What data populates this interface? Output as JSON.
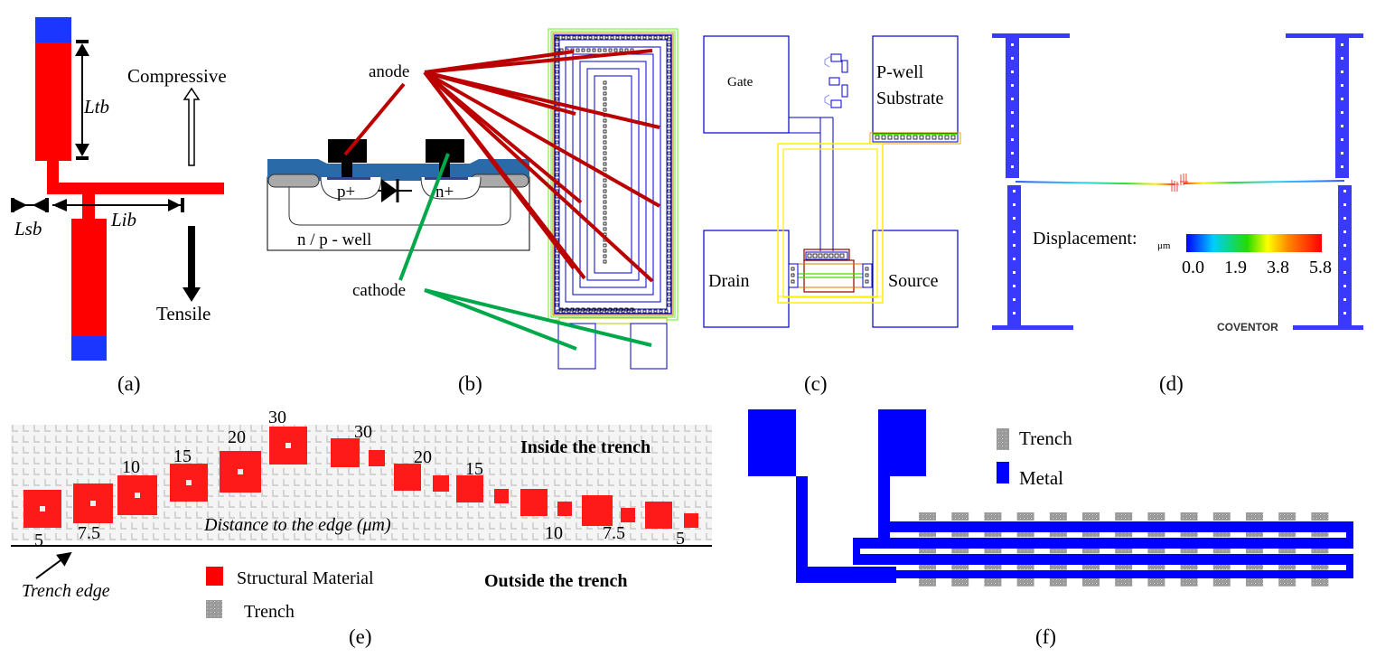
{
  "colors": {
    "structural_red": "#ff0000",
    "anchor_blue": "#1a36ff",
    "metal_blue": "#0000ff",
    "layout_blue": "#0000cc",
    "anode_wire": "#bb0000",
    "cathode_wire": "#00a84a",
    "oxide_blue": "#2a6aa8",
    "trench_gray": "#9a9a9a",
    "yellow_ring": "#ffee00",
    "green_ring": "#66ee22"
  },
  "panel_a": {
    "caption": "(a)",
    "label_ltb": "Ltb",
    "label_lib": "Lib",
    "label_lsb": "Lsb",
    "label_compressive": "Compressive",
    "label_tensile": "Tensile"
  },
  "panel_b": {
    "caption": "(b)",
    "label_anode": "anode",
    "label_cathode": "cathode",
    "label_p_plus": "p+",
    "label_n_plus": "n+",
    "label_well": "n / p - well"
  },
  "panel_c": {
    "caption": "(c)",
    "pad_gate": "Gate",
    "pad_pwell_line1": "P-well",
    "pad_pwell_line2": "Substrate",
    "pad_drain": "Drain",
    "pad_source": "Source"
  },
  "panel_d": {
    "caption": "(d)",
    "legend_title": "Displacement:",
    "legend_unit": "μm",
    "legend_ticks": [
      "0.0",
      "1.9",
      "3.8",
      "5.8"
    ],
    "watermark": "COVENTOR"
  },
  "panel_e": {
    "caption": "(e)",
    "inside_label": "Inside the trench",
    "outside_label": "Outside the trench",
    "axis_label": "Distance to the edge (μm)",
    "edge_label": "Trench edge",
    "legend_structural": "Structural Material",
    "legend_trench": "Trench",
    "left_series_labels": [
      "5",
      "7.5",
      "10",
      "15",
      "20",
      "30"
    ],
    "right_series_labels": [
      "30",
      "20",
      "15",
      "10",
      "7.5",
      "5"
    ]
  },
  "panel_f": {
    "caption": "(f)",
    "legend_trench": "Trench",
    "legend_metal": "Metal"
  }
}
